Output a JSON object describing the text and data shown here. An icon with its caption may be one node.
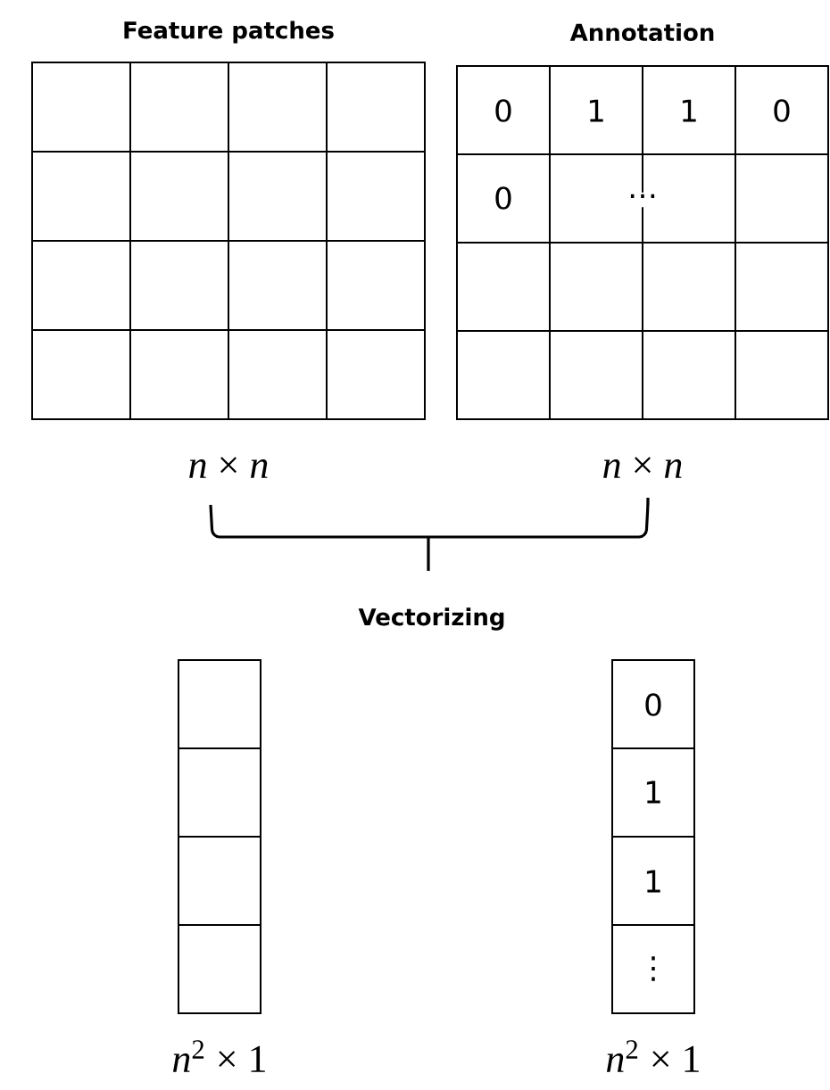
{
  "diagram": {
    "nodes": [
      {
        "text": [
          "Feature patches"
        ],
        "beside": [
          "*n* × *n*"
        ]
      },
      {
        "text": [
          "Annotation"
        ],
        "beside": [
          "*n* × *n*"
        ]
      },
      {
        "text": [],
        "shape": "box",
        "beside": [
          "*n*$^{2}$ × 1"
        ]
      },
      {
        "text": [],
        "shape": "box",
        "beside": [
          "*n*$^{2}$ × 1"
        ]
      }
    ],
    "labels": [
      "0",
      "1",
      "1",
      "0",
      "0",
      "⋯",
      "Vectorizing",
      "0",
      "1",
      "1",
      "⋮"
    ]
  }
}
